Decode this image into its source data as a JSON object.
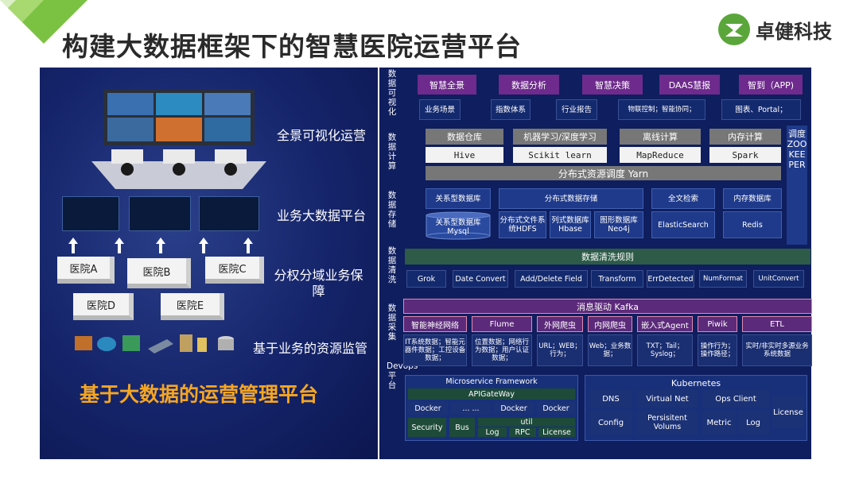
{
  "header": {
    "title": "构建大数据框架下的智慧医院运营平台",
    "brand": "卓健科技"
  },
  "left": {
    "labels": [
      "全景可视化运营",
      "业务大数据平台",
      "分权分域业务保障",
      "基于业务的资源监管"
    ],
    "hospitals": [
      "医院A",
      "医院B",
      "医院C",
      "医院D",
      "医院E"
    ],
    "bottom_title": "基于大数据的运营管理平台"
  },
  "right": {
    "sections": {
      "viz": "数据可视化",
      "compute": "数据计算",
      "storage": "数据存储",
      "clean": "数据清洗",
      "collect": "数据采集",
      "devops": "Devops平台"
    },
    "zookeeper": "调度ZOOKEEPER",
    "viz_top": [
      "智慧全景",
      "数据分析",
      "智慧决策",
      "DAAS慧报",
      "智到（APP)"
    ],
    "viz_sub": [
      "业务场景",
      "指数体系",
      "行业报告",
      "物联控制；智能协同；",
      "图表、Portal；"
    ],
    "compute_top": [
      "数据仓库",
      "机器学习/深度学习",
      "离线计算",
      "内存计算"
    ],
    "compute_sub": [
      "Hive",
      "Scikit learn",
      "MapReduce",
      "Spark"
    ],
    "yarn": "分布式资源调度 Yarn",
    "storage_top": [
      "关系型数据库",
      "分布式数据存储",
      "全文检索",
      "内存数据库"
    ],
    "storage_sub": [
      "关系型数据库Mysql",
      "分布式文件系统HDFS",
      "列式数据库Hbase",
      "图形数据库Neo4j",
      "ElasticSearch",
      "Redis"
    ],
    "clean_bar": "数据清洗规则",
    "clean_items": [
      "Grok",
      "Date Convert",
      "Add/Delete Field",
      "Transform",
      "ErrDetected",
      "NumFormat",
      "UnitConvert"
    ],
    "kafka": "消息驱动 Kafka",
    "collect_top": [
      "智能神经网络",
      "Flume",
      "外网爬虫",
      "内网爬虫",
      "嵌入式Agent",
      "Piwik",
      "ETL"
    ],
    "collect_sub": [
      "IT系统数据；智能元器件数据；工控设备数据；",
      "位置数据；网络行为数据；用户认证数据；",
      "URL；WEB；行为；",
      "Web；业务数据；",
      "TXT；Tail；Syslog；",
      "操作行为；操作路径；",
      "实时/非实时多源业务系统数据"
    ],
    "micro": {
      "title": "Microservice Framework",
      "gateway": "APIGateWay",
      "docker": [
        "Docker",
        "... ...",
        "Docker",
        "Docker"
      ],
      "security": "Security",
      "bus": "Bus",
      "util": "util",
      "util_items": [
        "Log",
        "RPC",
        "License"
      ]
    },
    "k8s": {
      "title": "Kubernetes",
      "row1": [
        "DNS",
        "Virtual Net",
        "Ops Client"
      ],
      "row2": [
        "Config",
        "Persisitent Volums",
        "Metric",
        "Log"
      ],
      "license": "License"
    }
  },
  "colors": {
    "accent_green": "#8bc34a",
    "bottom_title": "#f5a623",
    "purple": "#6e2a8c"
  }
}
